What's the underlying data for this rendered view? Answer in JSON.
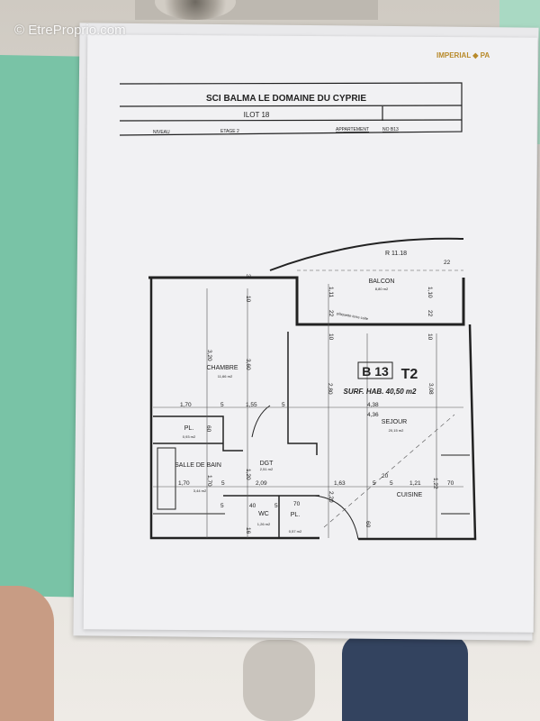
{
  "watermark": "© EtreProprio.com",
  "logo_text": "IMPERIAL ◆ PA",
  "header": {
    "title": "SCI BALMA LE DOMAINE DU CYPRIE",
    "ilot": "ILOT 18",
    "niveau_label": "NIVEAU",
    "etage": "ETAGE 2",
    "appartement_label": "APPARTEMENT",
    "appartement_no": "NO B13"
  },
  "plan": {
    "unit": "B 13",
    "type": "T2",
    "surface": "SURF. HAB. 40,50 m2",
    "radius": "R 11.18",
    "note": "plaquette terre cuite",
    "rooms": [
      {
        "name": "BALCON",
        "area": "8,80 m2"
      },
      {
        "name": "CHAMBRE",
        "area": "11,66 m2"
      },
      {
        "name": "SEJOUR",
        "area": "20,15 m2"
      },
      {
        "name": "PL.",
        "area": "0,93 m2"
      },
      {
        "name": "SALLE DE BAIN",
        "area": "3,44 m2"
      },
      {
        "name": "DGT",
        "area": "2,51 m2"
      },
      {
        "name": "WC",
        "area": "1,26 m2"
      },
      {
        "name": "PL.",
        "area": "0,57 m2"
      },
      {
        "name": "CUISINE",
        "area": ""
      }
    ],
    "dimensions": [
      "1,70",
      "5",
      "1,55",
      "5",
      "4,38",
      "4,36",
      "3,20",
      "3,60",
      "2,80",
      "3,08",
      "1,11",
      "22",
      "10",
      "1,10",
      "22",
      "10",
      "2,09",
      "1,20",
      "1,70",
      "1,70",
      "5",
      "1,63",
      "2,20",
      "20",
      "5",
      "5",
      "1,21",
      "1,22",
      "70",
      "60",
      "70",
      "40",
      "5",
      "5",
      "16",
      "60",
      "22",
      "3",
      "10"
    ]
  },
  "colors": {
    "folder": "#79c3a6",
    "paper": "#f1f1f3",
    "ink": "#222222"
  }
}
